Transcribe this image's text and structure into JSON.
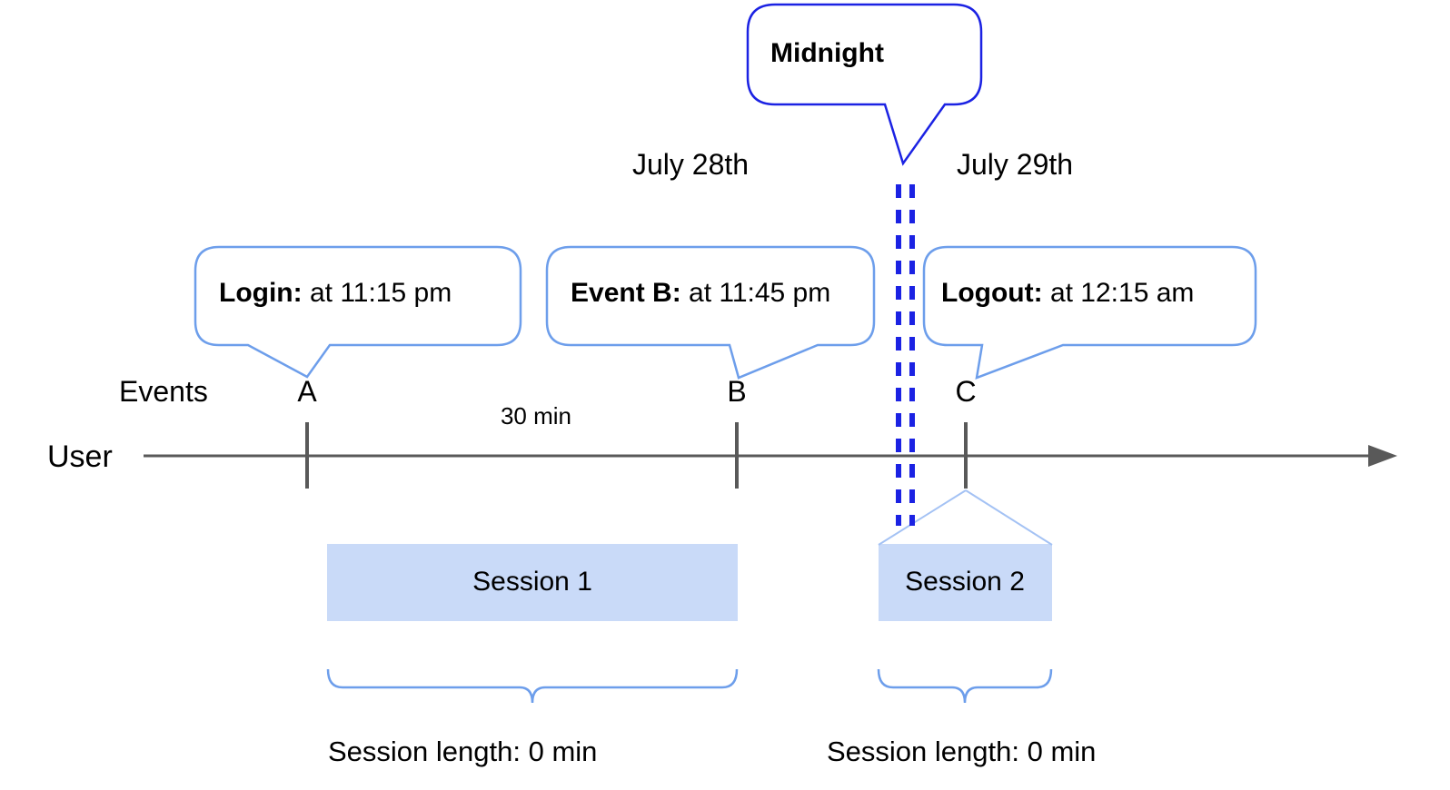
{
  "callouts": {
    "midnight": {
      "bold": "Midnight",
      "rest": ""
    },
    "login": {
      "bold": "Login:",
      "rest": " at 11:15 pm"
    },
    "event_b": {
      "bold": "Event B:",
      "rest": " at 11:45 pm"
    },
    "logout": {
      "bold": "Logout:",
      "rest": " at 12:15 am"
    }
  },
  "dates": {
    "before_midnight": "July 28th",
    "after_midnight": "July 29th"
  },
  "timeline": {
    "events_label": "Events",
    "row_label": "User",
    "interval_label": "30 min",
    "markers": [
      "A",
      "B",
      "C"
    ]
  },
  "sessions": [
    {
      "label": "Session 1",
      "length_label": "Session length: 0 min"
    },
    {
      "label": "Session 2",
      "length_label": "Session length: 0 min"
    }
  ],
  "colors": {
    "callout_border": "#6d9eeb",
    "midnight_border": "#1b22e3",
    "dashed_line": "#1b22e3",
    "session_fill": "#c9daf8",
    "fan_line": "#a4c2f4",
    "brace": "#6d9eeb",
    "axis": "#595959",
    "text": "#000000"
  }
}
